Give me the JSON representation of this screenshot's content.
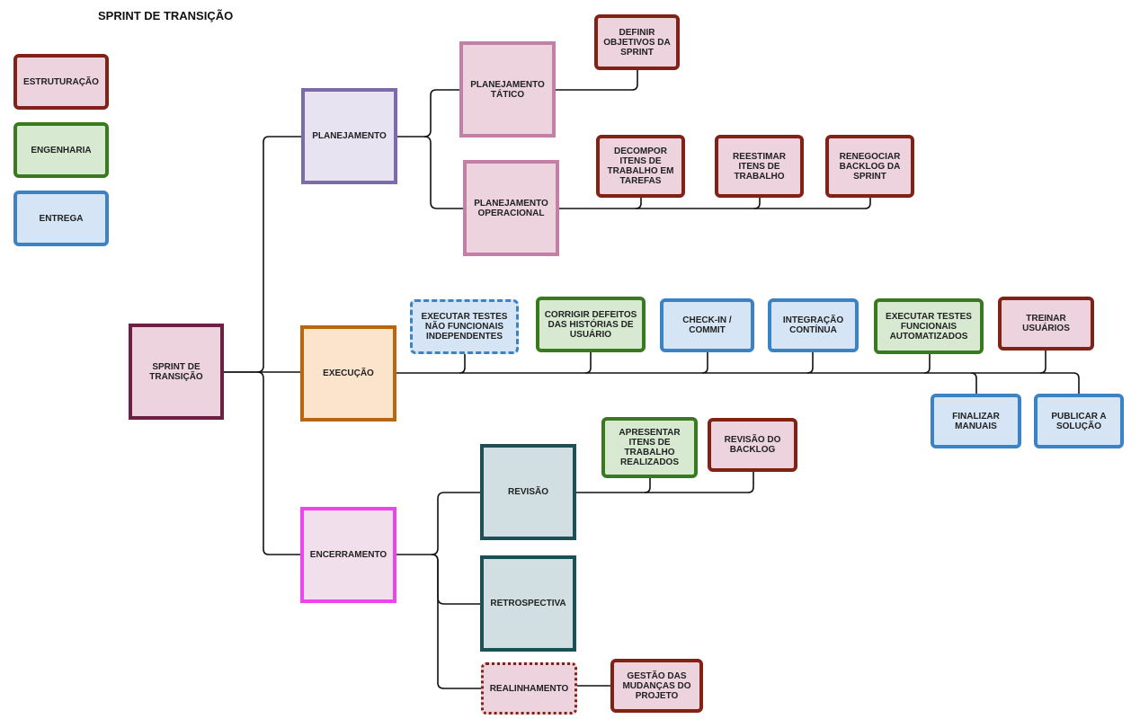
{
  "title": "SPRINT DE TRANSIÇÃO",
  "legend": {
    "estruturacao": "ESTRUTURAÇÃO",
    "engenharia": "ENGENHARIA",
    "entrega": "ENTREGA"
  },
  "colors": {
    "estruturacao_border": "#822217",
    "estruturacao_fill": "#ecd3dd",
    "engenharia_border": "#3a7a1f",
    "engenharia_fill": "#d8e9d2",
    "entrega_border": "#3c83c6",
    "entrega_fill": "#d6e5f5"
  },
  "root": "SPRINT DE\nTRANSIÇÃO",
  "phases": {
    "planejamento": "PLANEJAMENTO",
    "execucao": "EXECUÇÃO",
    "encerramento": "ENCERRAMENTO"
  },
  "planejamento": {
    "tatico": "PLANEJAMENTO\nTÁTICO",
    "operacional": "PLANEJAMENTO\nOPERACIONAL",
    "definir_objetivos": "DEFINIR\nOBJETIVOS DA\nSPRINT",
    "decompor": "DECOMPOR\nITENS DE\nTRABALHO EM\nTAREFAS",
    "reestimar": "REESTIMAR\nITENS DE\nTRABALHO",
    "renegociar": "RENEGOCIAR\nBACKLOG DA\nSPRINT"
  },
  "execucao": {
    "testes_nao_funcionais": "EXECUTAR TESTES\nNÃO FUNCIONAIS\nINDEPENDENTES",
    "corrigir_defeitos": "CORRIGIR DEFEITOS\nDAS HISTÓRIAS DE\nUSUÁRIO",
    "checkin": "CHECK-IN /\nCOMMIT",
    "integracao": "INTEGRAÇÃO\nCONTÍNUA",
    "testes_funcionais": "EXECUTAR TESTES\nFUNCIONAIS\nAUTOMATIZADOS",
    "treinar": "TREINAR\nUSUÁRIOS",
    "finalizar_manuais": "FINALIZAR\nMANUAIS",
    "publicar": "PUBLICAR A\nSOLUÇÃO"
  },
  "encerramento": {
    "revisao": "REVISÃO",
    "retrospectiva": "RETROSPECTIVA",
    "realinhamento": "REALINHAMENTO",
    "apresentar": "APRESENTAR\nITENS DE\nTRABALHO\nREALIZADOS",
    "revisao_backlog": "REVISÃO DO\nBACKLOG",
    "gestao_mudancas": "GESTÃO DAS\nMUDANÇAS DO\nPROJETO"
  }
}
